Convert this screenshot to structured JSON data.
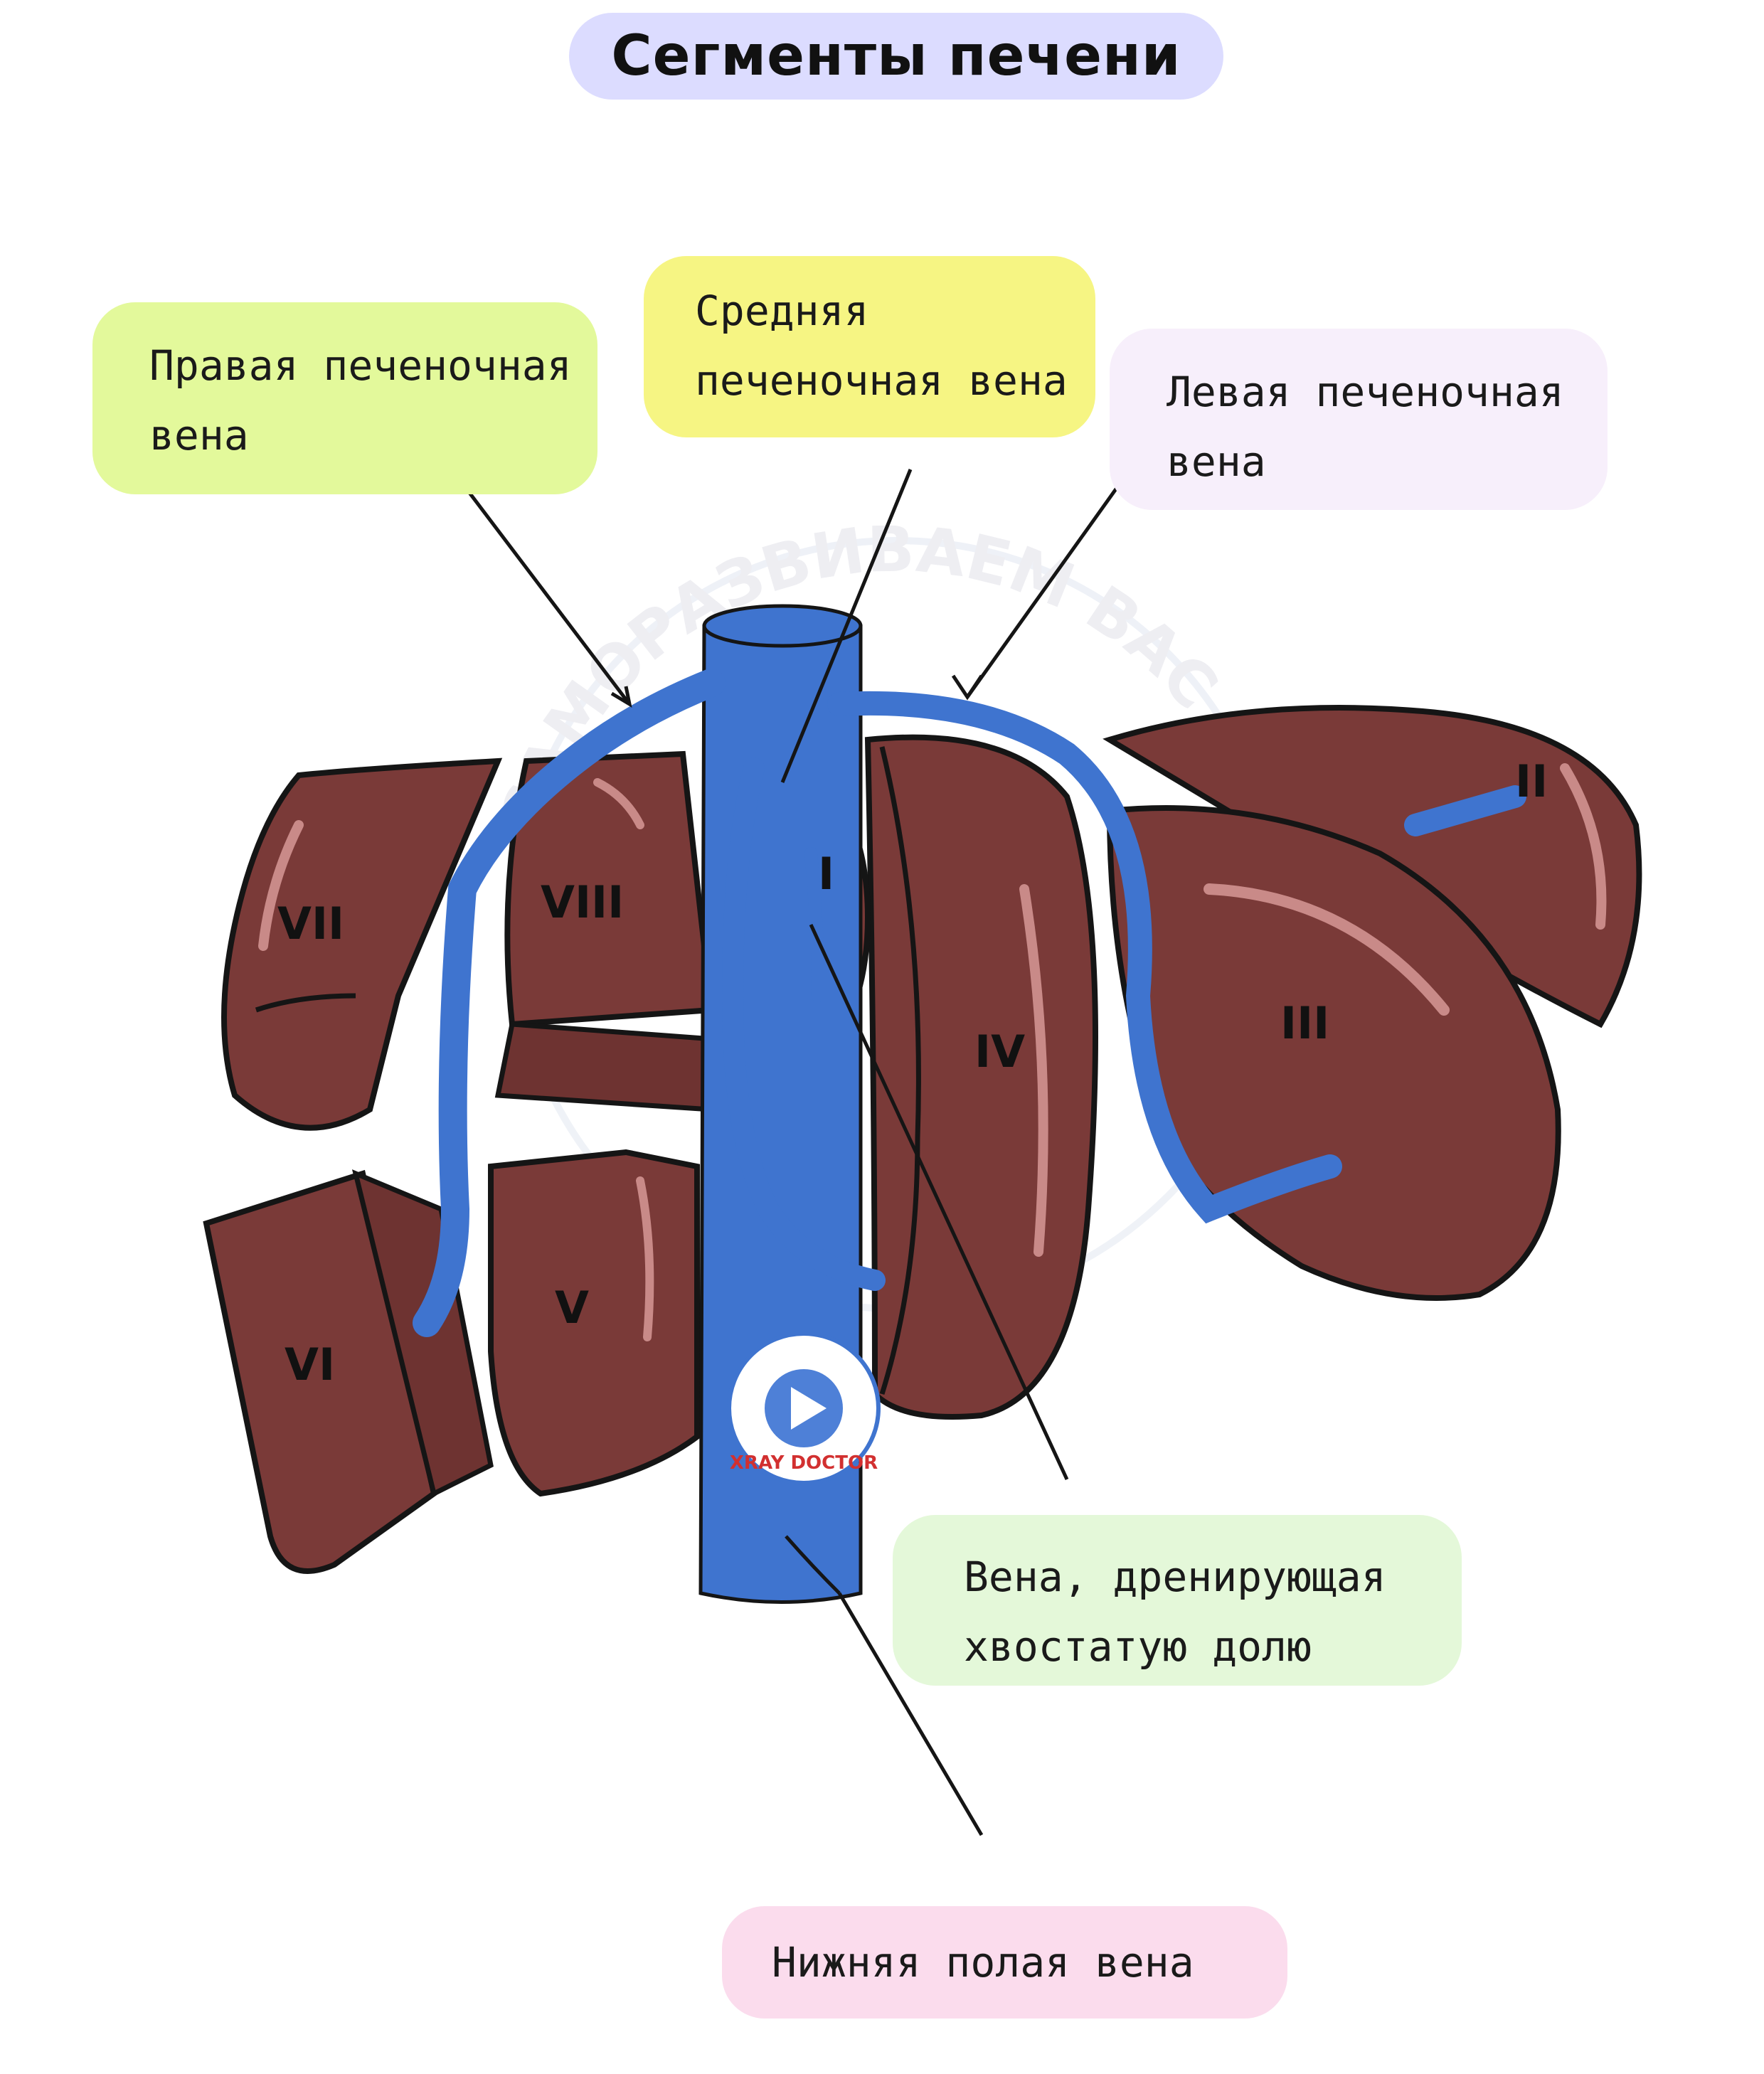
{
  "title": "Сегменты печени",
  "labels": {
    "right_vein": [
      "Правая печеночная",
      "вена"
    ],
    "middle_vein": [
      "Средняя",
      "печеночная вена"
    ],
    "left_vein": [
      "Левая печеночная",
      "вена"
    ],
    "caudate_vein": [
      "Вена, дренирующая",
      "хвостатую долю"
    ],
    "ivc": "Нижняя полая вена"
  },
  "segments": [
    "I",
    "II",
    "III",
    "IV",
    "V",
    "VI",
    "VII",
    "VIII"
  ],
  "watermark": {
    "arc_text": "САМОРАЗВИВАЕМ ВАС ЗА ВАС",
    "brand": "XRAY DOCTOR"
  },
  "colors": {
    "liver": "#7a3a38",
    "liver_highlight": "#c98a88",
    "vein": "#3f74cf",
    "outline": "#151515"
  }
}
